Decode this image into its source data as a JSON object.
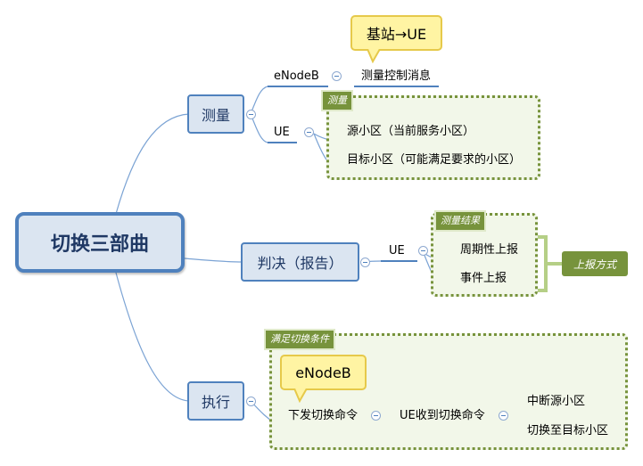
{
  "root": {
    "label": "切换三部曲"
  },
  "branches": {
    "measure": {
      "label": "测量",
      "enodeb": {
        "label": "eNodeB",
        "child": "测量控制消息"
      },
      "ue": {
        "label": "UE",
        "children": [
          "源小区（当前服务小区）",
          "目标小区（可能满足要求的小区）"
        ]
      },
      "boundary_label": "测量",
      "callout": "基站→UE"
    },
    "decide": {
      "label": "判决（报告）",
      "ue": {
        "label": "UE",
        "children": [
          "周期性上报",
          "事件上报"
        ]
      },
      "boundary_label": "测量结果",
      "summary_label": "上报方式"
    },
    "execute": {
      "label": "执行",
      "step1": "下发切换命令",
      "step2": "UE收到切换命令",
      "children": [
        "中断源小区",
        "切换至目标小区"
      ],
      "boundary_label": "满足切换条件",
      "callout": "eNodeB"
    }
  },
  "colors": {
    "node_border": "#4f81bd",
    "node_fill": "#dbe5f1",
    "boundary": "#77933c",
    "callout_fill": "#fff4a3"
  }
}
